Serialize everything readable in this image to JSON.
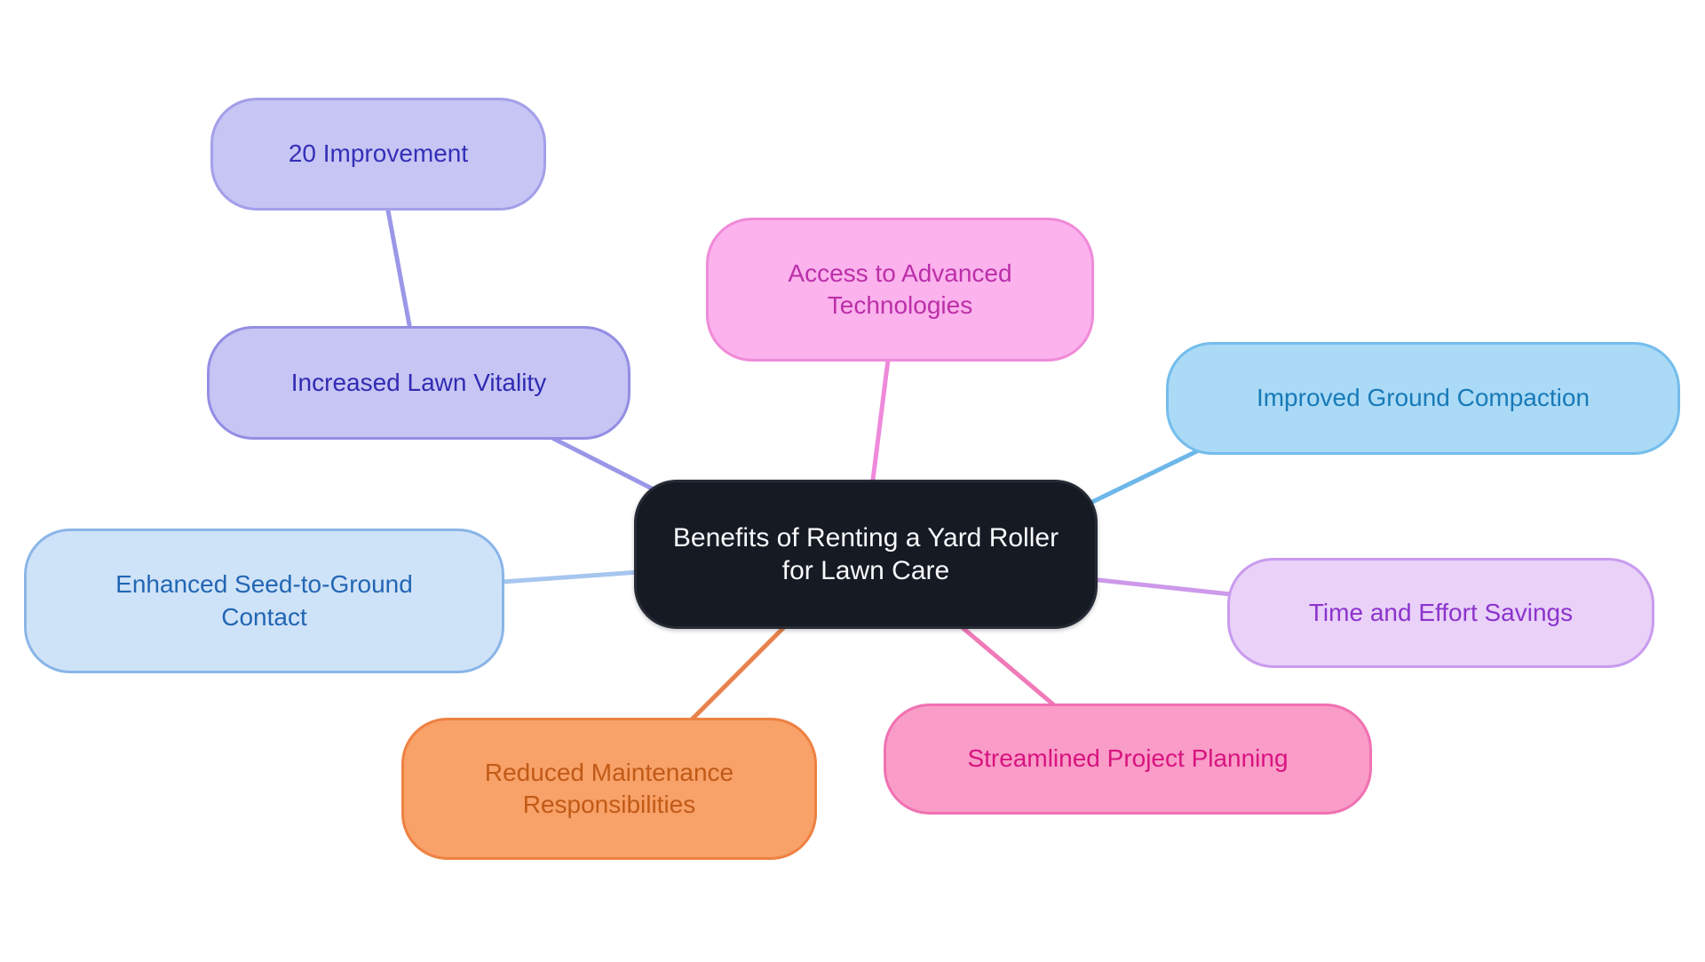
{
  "diagram": {
    "background_color": "#ffffff",
    "center": {
      "label": "Benefits of Renting a Yard Roller for Lawn Care",
      "fill": "#151a23",
      "text_color": "#f7f9fb"
    },
    "nodes": [
      {
        "id": "20-improvement",
        "label": "20 Improvement",
        "fill": "#c7c5f4",
        "border": "#a39fe9",
        "text_color": "#342fb6",
        "connector": "#9b97e8"
      },
      {
        "id": "increased-lawn-vitality",
        "label": "Increased Lawn Vitality",
        "fill": "#c7c5f4",
        "border": "#938ee3",
        "text_color": "#2f2bb2",
        "connector": "#9b97e8"
      },
      {
        "id": "access-to-advanced-technologies",
        "label": "Access to Advanced Technologies",
        "fill": "#fbb2ed",
        "border": "#f08ad9",
        "text_color": "#bc2fa9",
        "connector": "#ef89da"
      },
      {
        "id": "improved-ground-compaction",
        "label": "Improved Ground Compaction",
        "fill": "#abdaf6",
        "border": "#74bdec",
        "text_color": "#187ab8",
        "connector": "#6db7e9"
      },
      {
        "id": "enhanced-seed-to-ground-contact",
        "label": "Enhanced Seed-to-Ground Contact",
        "fill": "#cfe3f8",
        "border": "#8ab5e8",
        "text_color": "#2266b4",
        "connector": "#a6c6ee"
      },
      {
        "id": "time-and-effort-savings",
        "label": "Time and Effort Savings",
        "fill": "#e9d1f8",
        "border": "#c99bee",
        "text_color": "#8c33cc",
        "connector": "#cd99ea"
      },
      {
        "id": "streamlined-project-planning",
        "label": "Streamlined Project Planning",
        "fill": "#f99cc8",
        "border": "#f071b2",
        "text_color": "#d8137f",
        "connector": "#f07ab8"
      },
      {
        "id": "reduced-maintenance-responsibilities",
        "label": "Reduced Maintenance Responsibilities",
        "fill": "#f8a168",
        "border": "#ee8142",
        "text_color": "#c05a17",
        "connector": "#e8834e"
      }
    ]
  }
}
